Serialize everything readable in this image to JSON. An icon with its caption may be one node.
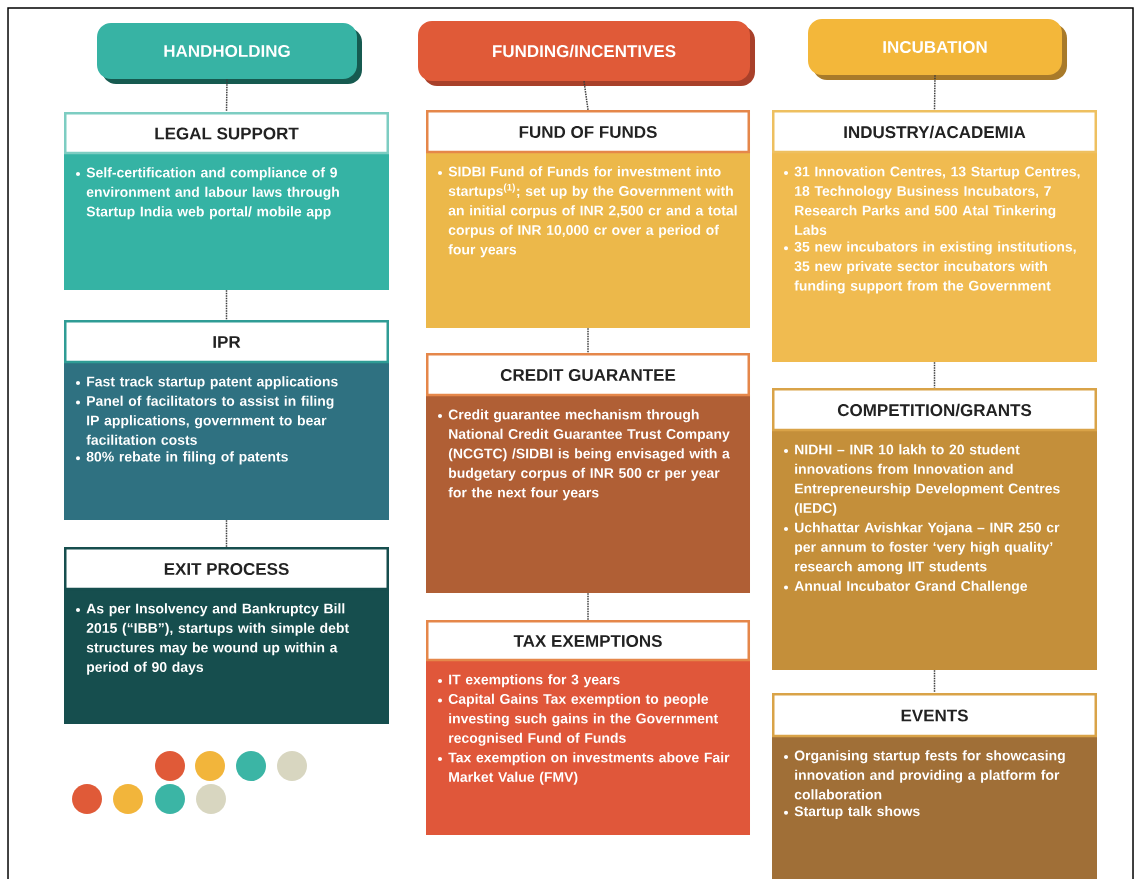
{
  "diagram": {
    "nodes": [
      {
        "text": [
          "HANDHOLDING"
        ]
      },
      {
        "text": [
          "LEGAL SUPPORT",
          "Self-certification and compliance of 9 environment and labour laws through Startup India web portal/ mobile app"
        ]
      },
      {
        "text": [
          "IPR",
          "Fast track startup patent applications",
          "Panel of facilitators to assist in filing IP applications, government to bear facilitation costs",
          "80% rebate in filing of patents"
        ]
      },
      {
        "text": [
          "EXIT PROCESS",
          "As per Insolvency and Bankruptcy Bill 2015 (“IBB”), startups with simple debt structures may be wound up within a period of 90 days"
        ]
      },
      {
        "text": [
          "FUNDING/INCENTIVES"
        ]
      },
      {
        "text": [
          "FUND OF FUNDS",
          "SIDBI Fund of Funds for investment into startups$^{(1)}$; set up by the Government with an initial corpus of INR 2,500 cr and a total corpus of INR 10,000 cr over a period of four years"
        ]
      },
      {
        "text": [
          "CREDIT GUARANTEE",
          "Credit guarantee mechanism through National Credit Guarantee Trust Company (NCGTC) /SIDBI is being envisaged with a budgetary corpus of INR 500 cr per year for the next four years"
        ]
      },
      {
        "text": [
          "TAX EXEMPTIONS",
          "IT exemptions for 3 years",
          "Capital Gains Tax exemption to people investing such gains in the Government recognised Fund of Funds",
          "Tax exemption on investments above Fair Market Value (FMV)"
        ]
      },
      {
        "text": [
          "INCUBATION"
        ]
      },
      {
        "text": [
          "INDUSTRY/ACADEMIA",
          "31 Innovation Centres, 13 Startup Centres, 18 Technology Business Incubators, 7 Research Parks and 500 Atal Tinkering Labs",
          "35 new incubators in existing institutions, 35 new private sector incubators with funding support from the Government"
        ]
      },
      {
        "text": [
          "COMPETITION/GRANTS",
          "NIDHI – INR 10 lakh to 20 student innovations from Innovation and Entrepreneurship Development Centres (IEDC)",
          "Uchhattar Avishkar Yojana – INR 250 cr per annum to foster ‘very high quality’ research among IIT students",
          "Annual Incubator Grand Challenge"
        ]
      },
      {
        "text": [
          "EVENTS",
          "Organising startup fests for showcasing innovation and providing a platform for collaboration",
          "Startup talk shows"
        ]
      }
    ],
    "edges": [
      {
        "from": 0,
        "to": 1,
        "arrow": "none"
      },
      {
        "from": 1,
        "to": 2,
        "arrow": "none"
      },
      {
        "from": 2,
        "to": 3,
        "arrow": "none"
      },
      {
        "from": 4,
        "to": 5,
        "arrow": "none"
      },
      {
        "from": 5,
        "to": 6,
        "arrow": "none"
      },
      {
        "from": 6,
        "to": 7,
        "arrow": "none"
      },
      {
        "from": 8,
        "to": 9,
        "arrow": "none"
      },
      {
        "from": 9,
        "to": 10,
        "arrow": "none"
      },
      {
        "from": 10,
        "to": 11,
        "arrow": "none"
      }
    ]
  }
}
